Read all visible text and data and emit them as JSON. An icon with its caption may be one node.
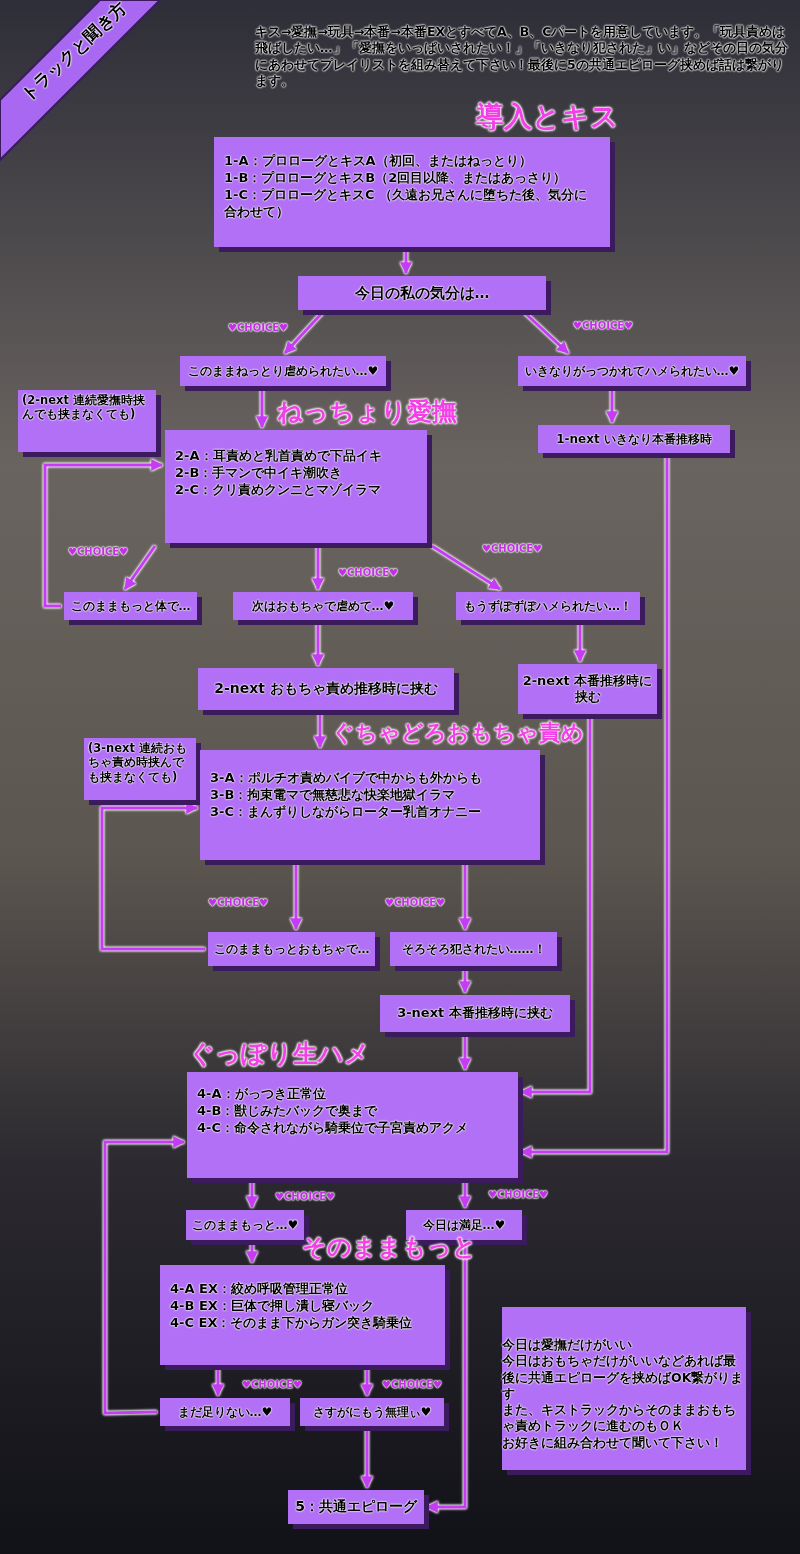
{
  "diagram": {
    "title": "トラックと聞き方",
    "nodes": [
      {
        "text": [
          "導入とキス",
          "1-A：プロローグとキスA（初回、またはねっとり）",
          "1-B：プロローグとキスB（2回目以降、またはあっさり）",
          "1-C：プロローグとキスC （久遠お兄さんに堕ちた後、気分に合わせて）"
        ]
      },
      {
        "text": [
          "今日の私の気分は…"
        ]
      },
      {
        "text": [
          "このままねっとり虐められたい…♥"
        ]
      },
      {
        "text": [
          "いきなりがっつかれてハメられたい…♥"
        ]
      },
      {
        "text": [
          "ねっちょり愛撫",
          "2-A：耳責めと乳首責めで下品イキ",
          "2-B：手マンで中イキ潮吹き",
          "2-C：クリ責めクンニとマゾイラマ"
        ]
      },
      {
        "text": [
          "1-next いきなり本番推移時"
        ]
      },
      {
        "text": [
          "(2-next 連続愛撫時挟んでも挟まなくても)"
        ]
      },
      {
        "text": [
          "このままもっと体で…"
        ]
      },
      {
        "text": [
          "次はおもちゃで虐めて…♥"
        ]
      },
      {
        "text": [
          "もうずぽずぽハメられたい…！"
        ]
      },
      {
        "text": [
          "2-next おもちゃ責め推移時に挟む"
        ]
      },
      {
        "text": [
          "2-next 本番推移時に挟む"
        ]
      },
      {
        "text": [
          "(3-next 連続おもちゃ責め時挟んでも挟まなくても)"
        ]
      },
      {
        "text": [
          "ぐちゃどろおもちゃ責め",
          "3-A：ポルチオ責めバイブで中からも外からも",
          "3-B：拘束電マで無慈悲な快楽地獄イラマ",
          "3-C：まんずりしながらローター乳首オナニー"
        ]
      },
      {
        "text": [
          "このままもっとおもちゃで…"
        ]
      },
      {
        "text": [
          "そろそろ犯されたい……！"
        ]
      },
      {
        "text": [
          "3-next 本番推移時に挟む"
        ]
      },
      {
        "text": [
          "ぐっぽり生ハメ",
          "4-A：がっつき正常位",
          "4-B：獣じみたバックで奥まで",
          "4-C：命令されながら騎乗位で子宮責めアクメ"
        ]
      },
      {
        "text": [
          "このままもっと…♥"
        ]
      },
      {
        "text": [
          "今日は満足…♥"
        ]
      },
      {
        "text": [
          "そのままもっと",
          "4-A EX：絞め呼吸管理正常位",
          "4-B EX：巨体で押し潰し寝バック",
          "4-C EX：そのまま下からガン突き騎乗位"
        ]
      },
      {
        "text": [
          "まだ足りない…♥"
        ]
      },
      {
        "text": [
          "さすがにもう無理ぃ♥"
        ]
      },
      {
        "text": [
          "5：共通エピローグ"
        ]
      },
      {
        "text": [
          "今日は愛撫だけがいい",
          "今日はおもちゃだけがいいなどあれば最後に共通エピローグを挟めばOK繋がります",
          "また、キストラックからそのままおもちゃ責めトラックに進むのもＯＫ",
          "お好きに組み合わせて聞いて下さい！"
        ]
      }
    ],
    "edges": [
      {
        "from": 0,
        "to": 1,
        "arrow": "to"
      },
      {
        "from": 1,
        "to": 2,
        "arrow": "to",
        "label": "♥CHOICE♥"
      },
      {
        "from": 1,
        "to": 3,
        "arrow": "to",
        "label": "♥CHOICE♥"
      },
      {
        "from": 2,
        "to": 4,
        "arrow": "to"
      },
      {
        "from": 3,
        "to": 5,
        "arrow": "to"
      },
      {
        "from": 4,
        "to": 7,
        "arrow": "to",
        "label": "♥CHOICE♥"
      },
      {
        "from": 4,
        "to": 8,
        "arrow": "to",
        "label": "♥CHOICE♥"
      },
      {
        "from": 4,
        "to": 9,
        "arrow": "to",
        "label": "♥CHOICE♥"
      },
      {
        "from": 7,
        "to": 4,
        "arrow": "to"
      },
      {
        "from": 8,
        "to": 10,
        "arrow": "to"
      },
      {
        "from": 9,
        "to": 11,
        "arrow": "to"
      },
      {
        "from": 10,
        "to": 13,
        "arrow": "to"
      },
      {
        "from": 13,
        "to": 14,
        "arrow": "to",
        "label": "♥CHOICE♥"
      },
      {
        "from": 13,
        "to": 15,
        "arrow": "to",
        "label": "♥CHOICE♥"
      },
      {
        "from": 14,
        "to": 13,
        "arrow": "to"
      },
      {
        "from": 15,
        "to": 16,
        "arrow": "to"
      },
      {
        "from": 16,
        "to": 17,
        "arrow": "to"
      },
      {
        "from": 11,
        "to": 17,
        "arrow": "to"
      },
      {
        "from": 5,
        "to": 17,
        "arrow": "to"
      },
      {
        "from": 17,
        "to": 18,
        "arrow": "to",
        "label": "♥CHOICE♥"
      },
      {
        "from": 17,
        "to": 19,
        "arrow": "to",
        "label": "♥CHOICE♥"
      },
      {
        "from": 18,
        "to": 20,
        "arrow": "to"
      },
      {
        "from": 19,
        "to": 23,
        "arrow": "to"
      },
      {
        "from": 20,
        "to": 21,
        "arrow": "to",
        "label": "♥CHOICE♥"
      },
      {
        "from": 20,
        "to": 22,
        "arrow": "to",
        "label": "♥CHOICE♥"
      },
      {
        "from": 21,
        "to": 17,
        "arrow": "to"
      },
      {
        "from": 22,
        "to": 23,
        "arrow": "to"
      }
    ],
    "labels": [
      "キス→愛撫→玩具→本番→本番EXとすべてA、B、Cパートを用意しています。「玩具責めは飛ばしたい…」「愛撫をいっぱいされたい！」「いきなり犯された」い」などその日の気分にあわせてプレイリストを組み替えて下さい！最後に5の共通エピローグ挟めば話は繋がります。"
    ]
  }
}
